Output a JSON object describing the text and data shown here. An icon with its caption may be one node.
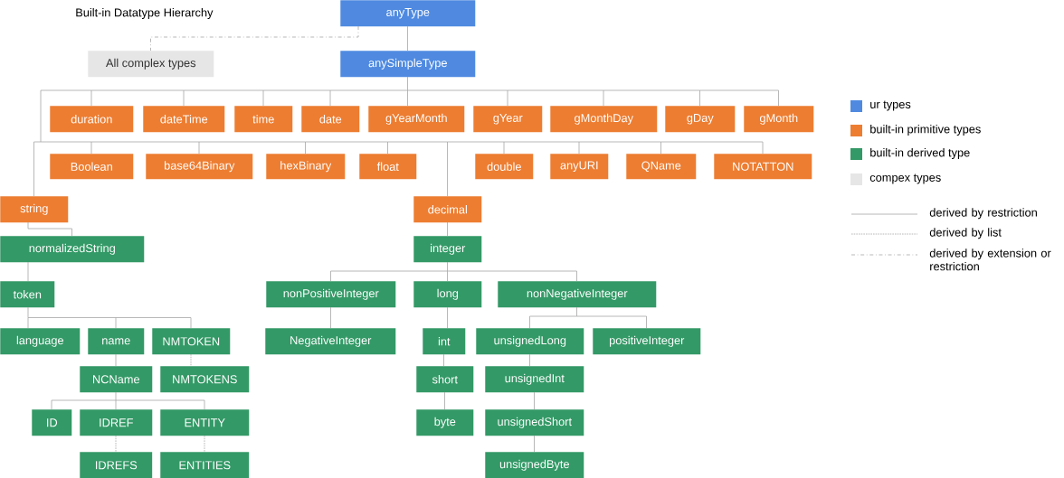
{
  "diagram": {
    "title": "Built-in Datatype Hierarchy",
    "nodes": [
      {
        "text": [
          "anyType"
        ]
      },
      {
        "text": [
          "All complex types"
        ]
      },
      {
        "text": [
          "anySimpleType"
        ]
      },
      {
        "text": [
          "duration"
        ]
      },
      {
        "text": [
          "dateTime"
        ]
      },
      {
        "text": [
          "time"
        ]
      },
      {
        "text": [
          "date"
        ]
      },
      {
        "text": [
          "gYearMonth"
        ]
      },
      {
        "text": [
          "gYear"
        ]
      },
      {
        "text": [
          "gMonthDay"
        ]
      },
      {
        "text": [
          "gDay"
        ]
      },
      {
        "text": [
          "gMonth"
        ]
      },
      {
        "text": [
          "Boolean"
        ]
      },
      {
        "text": [
          "base64Binary"
        ]
      },
      {
        "text": [
          "hexBinary"
        ]
      },
      {
        "text": [
          "float"
        ]
      },
      {
        "text": [
          "double"
        ]
      },
      {
        "text": [
          "anyURI"
        ]
      },
      {
        "text": [
          "QName"
        ]
      },
      {
        "text": [
          "NOTATTON"
        ]
      },
      {
        "text": [
          "string"
        ]
      },
      {
        "text": [
          "decimal"
        ]
      },
      {
        "text": [
          "normalizedString"
        ]
      },
      {
        "text": [
          "integer"
        ]
      },
      {
        "text": [
          "token"
        ]
      },
      {
        "text": [
          "nonPositiveInteger"
        ]
      },
      {
        "text": [
          "long"
        ]
      },
      {
        "text": [
          "nonNegativeInteger"
        ]
      },
      {
        "text": [
          "language"
        ]
      },
      {
        "text": [
          "name"
        ]
      },
      {
        "text": [
          "NMTOKEN"
        ]
      },
      {
        "text": [
          "NegativeInteger"
        ]
      },
      {
        "text": [
          "int"
        ]
      },
      {
        "text": [
          "unsignedLong"
        ]
      },
      {
        "text": [
          "positiveInteger"
        ]
      },
      {
        "text": [
          "NCName"
        ]
      },
      {
        "text": [
          "NMTOKENS"
        ]
      },
      {
        "text": [
          "short"
        ]
      },
      {
        "text": [
          "unsignedInt"
        ]
      },
      {
        "text": [
          "ID"
        ]
      },
      {
        "text": [
          "IDREF"
        ]
      },
      {
        "text": [
          "ENTITY"
        ]
      },
      {
        "text": [
          "byte"
        ]
      },
      {
        "text": [
          "unsignedShort"
        ]
      },
      {
        "text": [
          "IDREFS"
        ]
      },
      {
        "text": [
          "ENTITIES"
        ]
      },
      {
        "text": [
          "unsignedByte"
        ]
      }
    ],
    "edges": [
      {
        "from": 0,
        "to": 1,
        "arrow": "none",
        "style": "dashed"
      },
      {
        "from": 0,
        "to": 2,
        "arrow": "none"
      },
      {
        "from": 2,
        "to": 3,
        "arrow": "none"
      },
      {
        "from": 2,
        "to": 4,
        "arrow": "none"
      },
      {
        "from": 2,
        "to": 5,
        "arrow": "none"
      },
      {
        "from": 2,
        "to": 6,
        "arrow": "none"
      },
      {
        "from": 2,
        "to": 7,
        "arrow": "none"
      },
      {
        "from": 2,
        "to": 8,
        "arrow": "none"
      },
      {
        "from": 2,
        "to": 9,
        "arrow": "none"
      },
      {
        "from": 2,
        "to": 10,
        "arrow": "none"
      },
      {
        "from": 2,
        "to": 11,
        "arrow": "none"
      },
      {
        "from": 2,
        "to": 12,
        "arrow": "none"
      },
      {
        "from": 2,
        "to": 13,
        "arrow": "none"
      },
      {
        "from": 2,
        "to": 14,
        "arrow": "none"
      },
      {
        "from": 2,
        "to": 15,
        "arrow": "none"
      },
      {
        "from": 2,
        "to": 16,
        "arrow": "none"
      },
      {
        "from": 2,
        "to": 17,
        "arrow": "none"
      },
      {
        "from": 2,
        "to": 18,
        "arrow": "none"
      },
      {
        "from": 2,
        "to": 19,
        "arrow": "none"
      },
      {
        "from": 2,
        "to": 20,
        "arrow": "none"
      },
      {
        "from": 2,
        "to": 21,
        "arrow": "none"
      },
      {
        "from": 20,
        "to": 22,
        "arrow": "none"
      },
      {
        "from": 22,
        "to": 24,
        "arrow": "none"
      },
      {
        "from": 24,
        "to": 28,
        "arrow": "none"
      },
      {
        "from": 24,
        "to": 29,
        "arrow": "none"
      },
      {
        "from": 24,
        "to": 30,
        "arrow": "none"
      },
      {
        "from": 29,
        "to": 35,
        "arrow": "none"
      },
      {
        "from": 30,
        "to": 36,
        "arrow": "none",
        "style": "dashed"
      },
      {
        "from": 35,
        "to": 39,
        "arrow": "none"
      },
      {
        "from": 35,
        "to": 40,
        "arrow": "none"
      },
      {
        "from": 35,
        "to": 41,
        "arrow": "none"
      },
      {
        "from": 40,
        "to": 44,
        "arrow": "none",
        "style": "dashed"
      },
      {
        "from": 41,
        "to": 45,
        "arrow": "none",
        "style": "dashed"
      },
      {
        "from": 21,
        "to": 23,
        "arrow": "none"
      },
      {
        "from": 23,
        "to": 25,
        "arrow": "none"
      },
      {
        "from": 23,
        "to": 26,
        "arrow": "none"
      },
      {
        "from": 23,
        "to": 27,
        "arrow": "none"
      },
      {
        "from": 25,
        "to": 31,
        "arrow": "none"
      },
      {
        "from": 26,
        "to": 32,
        "arrow": "none"
      },
      {
        "from": 32,
        "to": 37,
        "arrow": "none"
      },
      {
        "from": 37,
        "to": 42,
        "arrow": "none"
      },
      {
        "from": 27,
        "to": 33,
        "arrow": "none"
      },
      {
        "from": 27,
        "to": 34,
        "arrow": "none"
      },
      {
        "from": 33,
        "to": 38,
        "arrow": "none"
      },
      {
        "from": 38,
        "to": 43,
        "arrow": "none"
      },
      {
        "from": 43,
        "to": 46,
        "arrow": "none"
      }
    ],
    "legend": [
      {
        "text": "ur types",
        "color": "#4f8ae0"
      },
      {
        "text": "built-in primitive types",
        "color": "#ed7d31"
      },
      {
        "text": "built-in derived type",
        "color": "#339966"
      },
      {
        "text": "compex types",
        "color": "#e6e6e6"
      },
      {
        "text": "derived by restriction"
      },
      {
        "text": "derived by list"
      },
      {
        "text": "derived by extension or restriction"
      }
    ]
  }
}
